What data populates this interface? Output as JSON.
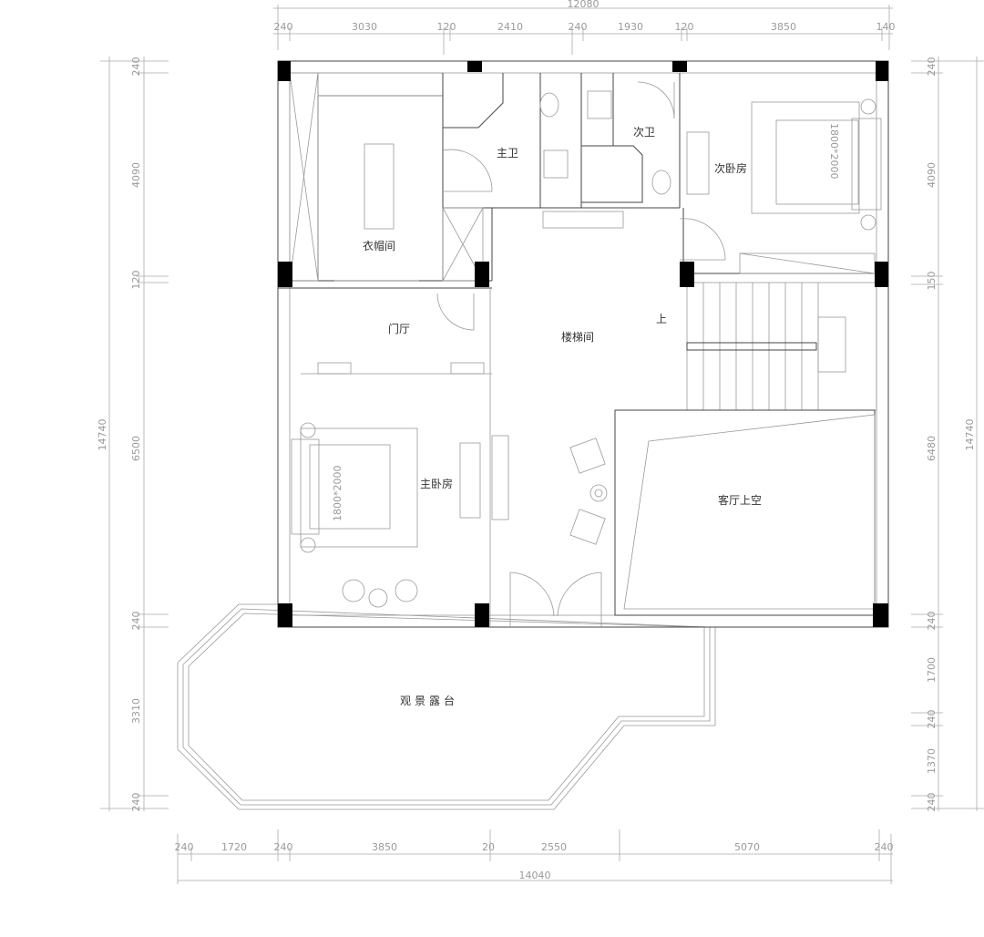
{
  "title": "二层平面布置图",
  "rooms": {
    "cloakroom": "衣帽间",
    "master_bath": "主卫",
    "second_bath": "次卫",
    "second_bedroom": "次卧房",
    "foyer": "门厅",
    "stairwell": "楼梯间",
    "stair_up": "上",
    "master_bedroom": "主卧房",
    "living_void": "客厅上空",
    "terrace": "观景露台"
  },
  "bed_size_1": "1800*2000",
  "bed_size_2": "1800*2000",
  "dims": {
    "top_total": "12080",
    "top": [
      "240",
      "3030",
      "120",
      "2410",
      "240",
      "1930",
      "120",
      "3850",
      "140"
    ],
    "bottom_total": "14040",
    "bottom": [
      "240",
      "1720",
      "240",
      "3850",
      "20",
      "2550",
      "5070",
      "240"
    ],
    "left_total": "14740",
    "left": [
      "240",
      "4090",
      "120",
      "6500",
      "240",
      "3310",
      "240"
    ],
    "right_total": "14740",
    "right": [
      "240",
      "4090",
      "150",
      "6480",
      "240",
      "1700",
      "240",
      "1370",
      "240"
    ]
  }
}
